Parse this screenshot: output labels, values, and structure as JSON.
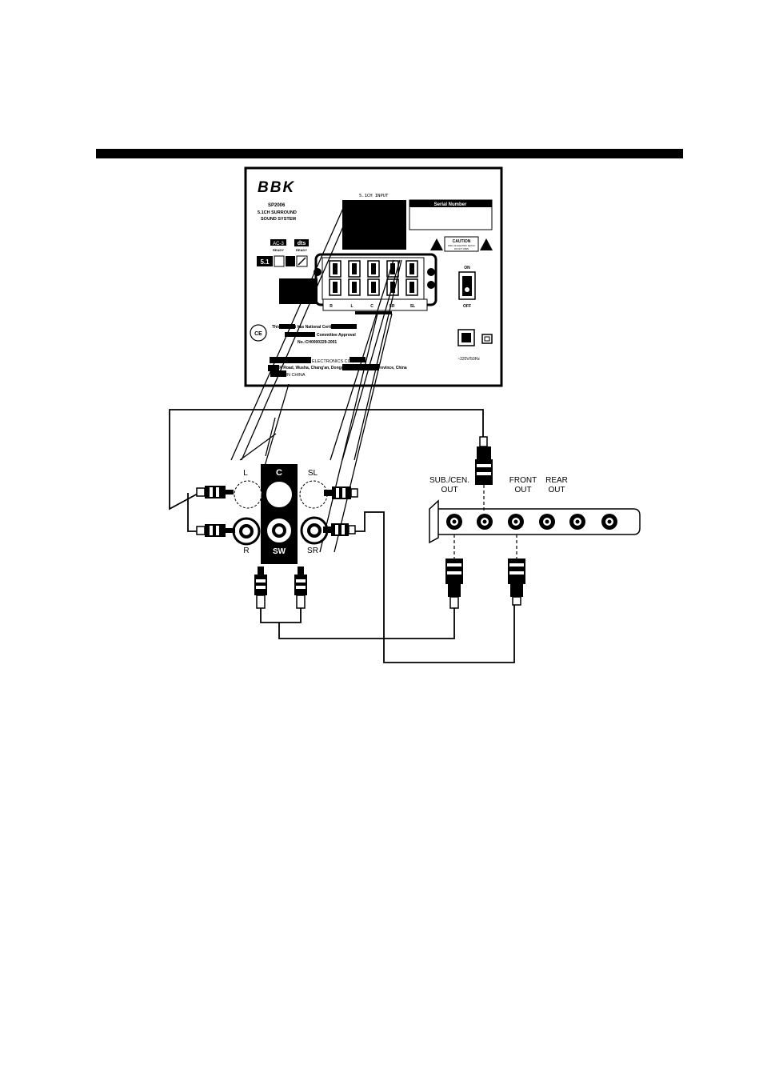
{
  "brand": {
    "logo": "BBK"
  },
  "panel": {
    "input_label": "5.1CH INPUT",
    "model": "SP2006",
    "subtitle_1": "5.1CH SURROUND",
    "subtitle_2": "SOUND SYSTEM",
    "serial_label": "Serial Number",
    "caution_label": "CAUTION",
    "caution_small_1": "RISK OF ELECTRIC SHOCK",
    "caution_small_2": "DO NOT OPEN",
    "badge_51": "5.1",
    "logo_ac3": "AC-3",
    "logo_ac3_sub": "READY",
    "logo_dts": "dts",
    "logo_dts_sub": "READY",
    "switch_on": "ON",
    "switch_off": "OFF",
    "power_label": "~220V/50Hz",
    "terminal_labels": [
      "R",
      "L",
      "C",
      "SR",
      "SL"
    ],
    "approval_1": "This product has National Certification",
    "approval_2": "Committee Approval",
    "approval_no": "No.:CH0000229-2001",
    "cert_mark": "CE",
    "maker_line": "ELECTRONICS CO.,LTD",
    "address_line": "BBK Road, Wusha, Chang'an, Dongguan, Guangdong Province, China",
    "made_in": "MADE IN CHINA"
  },
  "speaker_jacks": {
    "l": "L",
    "c": "C",
    "sl": "SL",
    "r": "R",
    "sw": "SW",
    "sr": "SR"
  },
  "soundcard": {
    "sub_cen_1": "SUB./CEN.",
    "sub_cen_2": "OUT",
    "front_1": "FRONT",
    "front_2": "OUT",
    "rear_1": "REAR",
    "rear_2": "OUT"
  }
}
